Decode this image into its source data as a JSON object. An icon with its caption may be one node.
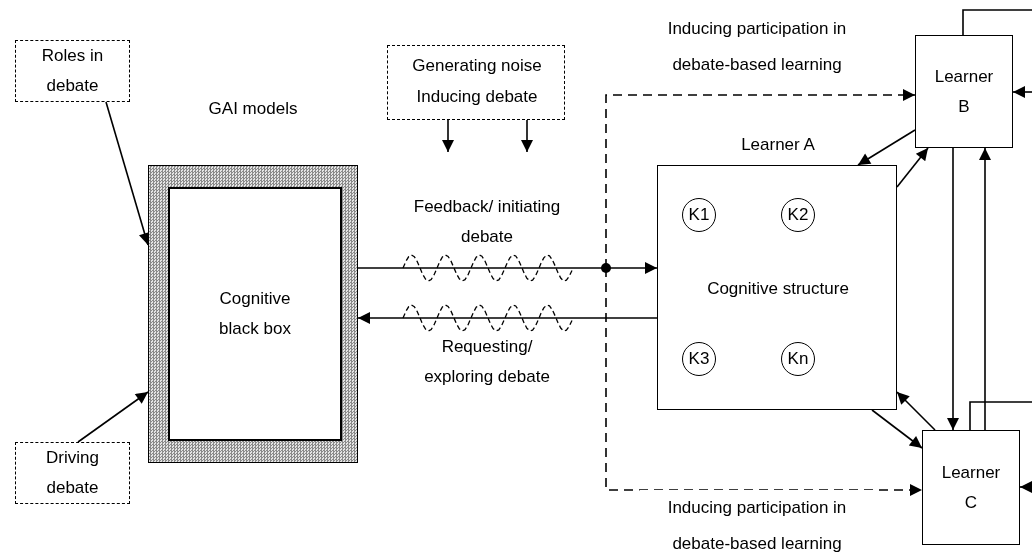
{
  "diagram": {
    "nodes": [
      {
        "text": [
          "Roles in debate"
        ]
      },
      {
        "text": [
          "Driving debate"
        ]
      },
      {
        "text": [
          "GAI models"
        ]
      },
      {
        "text": [
          "Cognitive black box"
        ],
        "in": 2
      },
      {
        "text": [
          "Generating noise",
          "Inducing debate"
        ]
      },
      {
        "text": [
          "Learner A",
          "Cognitive structure"
        ]
      },
      {
        "text": [
          "K1"
        ],
        "in": 5
      },
      {
        "text": [
          "K2"
        ],
        "in": 5
      },
      {
        "text": [
          "K3"
        ],
        "in": 5
      },
      {
        "text": [
          "Kn"
        ],
        "in": 5
      },
      {
        "text": [
          "Learner B"
        ]
      },
      {
        "text": [
          "Learner C"
        ]
      }
    ],
    "edges": [
      {
        "from": 0,
        "to": 2,
        "arrow": "to"
      },
      {
        "from": 1,
        "to": 2,
        "arrow": "to"
      },
      {
        "from": 2,
        "to": 5,
        "arrow": "to",
        "label": "Feedback/ initiating debate"
      },
      {
        "from": 5,
        "to": 2,
        "arrow": "to",
        "label": "Requesting/ exploring debate"
      },
      {
        "from": 4,
        "to": null,
        "arrow": "to"
      },
      {
        "from": 4,
        "to": null,
        "arrow": "to"
      },
      {
        "from": null,
        "to": 10,
        "arrow": "to",
        "style": "dashed",
        "label": "Inducing participation in debate-based learning"
      },
      {
        "from": null,
        "to": 11,
        "arrow": "to",
        "style": "dashed",
        "label": "Inducing participation in debate-based learning"
      },
      {
        "from": 10,
        "to": 5,
        "arrow": "to"
      },
      {
        "from": 5,
        "to": 10,
        "arrow": "to"
      },
      {
        "from": 11,
        "to": 5,
        "arrow": "to"
      },
      {
        "from": 5,
        "to": 11,
        "arrow": "to"
      },
      {
        "from": 10,
        "to": 11,
        "arrow": "to"
      },
      {
        "from": 11,
        "to": 10,
        "arrow": "to"
      },
      {
        "from": 10,
        "to": null,
        "arrow": "none"
      },
      {
        "from": null,
        "to": 10,
        "arrow": "to"
      },
      {
        "from": 11,
        "to": null,
        "arrow": "none"
      },
      {
        "from": null,
        "to": 11,
        "arrow": "to"
      }
    ]
  }
}
